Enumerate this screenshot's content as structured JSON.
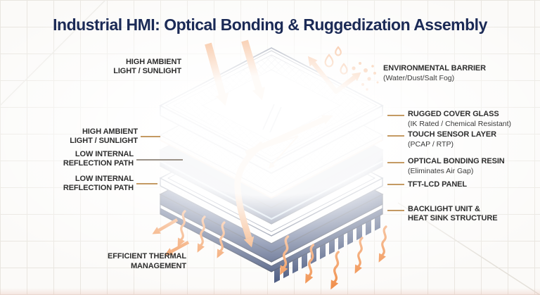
{
  "title": "Industrial HMI: Optical Bonding & Ruggedization Assembly",
  "left_labels": [
    {
      "text": "HIGH AMBIENT\nLIGHT / SUNLIGHT"
    },
    {
      "text": "HIGH AMBIENT\nLIGHT / SUNLIGHT"
    },
    {
      "text": "LOW INTERNAL\nREFLECTION PATH"
    },
    {
      "text": "LOW INTERNAL\nREFLECTION PATH"
    }
  ],
  "right_labels": [
    {
      "title": "ENVIRONMENTAL BARRIER",
      "sub": "(Water/Dust/Salt Fog)"
    },
    {
      "title": "RUGGED COVER GLASS",
      "sub": "(IK Rated / Chemical Resistant)"
    },
    {
      "title": "TOUCH SENSOR LAYER",
      "sub": "(PCAP / RTP)"
    },
    {
      "title": "OPTICAL BONDING RESIN",
      "sub": "(Eliminates Air Gap)"
    },
    {
      "title": "TFT-LCD PANEL",
      "sub": ""
    },
    {
      "title": "BACKLIGHT UNIT &\nHEAT SINK STRUCTURE",
      "sub": ""
    }
  ],
  "bottom_label": {
    "text": "EFFICIENT THERMAL\nMANAGEMENT"
  },
  "icons": {
    "sunlight_arrows": "thick-diagonal-orange-arrows",
    "deflection_arrows": "v-shaped-bounce-arrows",
    "water_droplets": "teardrop-outline-cluster",
    "dust_particles": "dot-cluster",
    "light_path_ribbon": "curved-orange-ribbon-arrow",
    "heat_waves": "wavy-orange-arrows",
    "heat_sink": "finned-comb-structure"
  },
  "colors": {
    "navy": "#1e3161",
    "navy_dark": "#141f3b",
    "navy_top": "#24386b",
    "orange": "#ee7d2e",
    "tan_leader": "#c49a63",
    "light_blue_stripe": "#a9c7de",
    "title_text": "#1b2a56",
    "label_text": "#2e2e2e",
    "background": "#fbfaf8"
  }
}
